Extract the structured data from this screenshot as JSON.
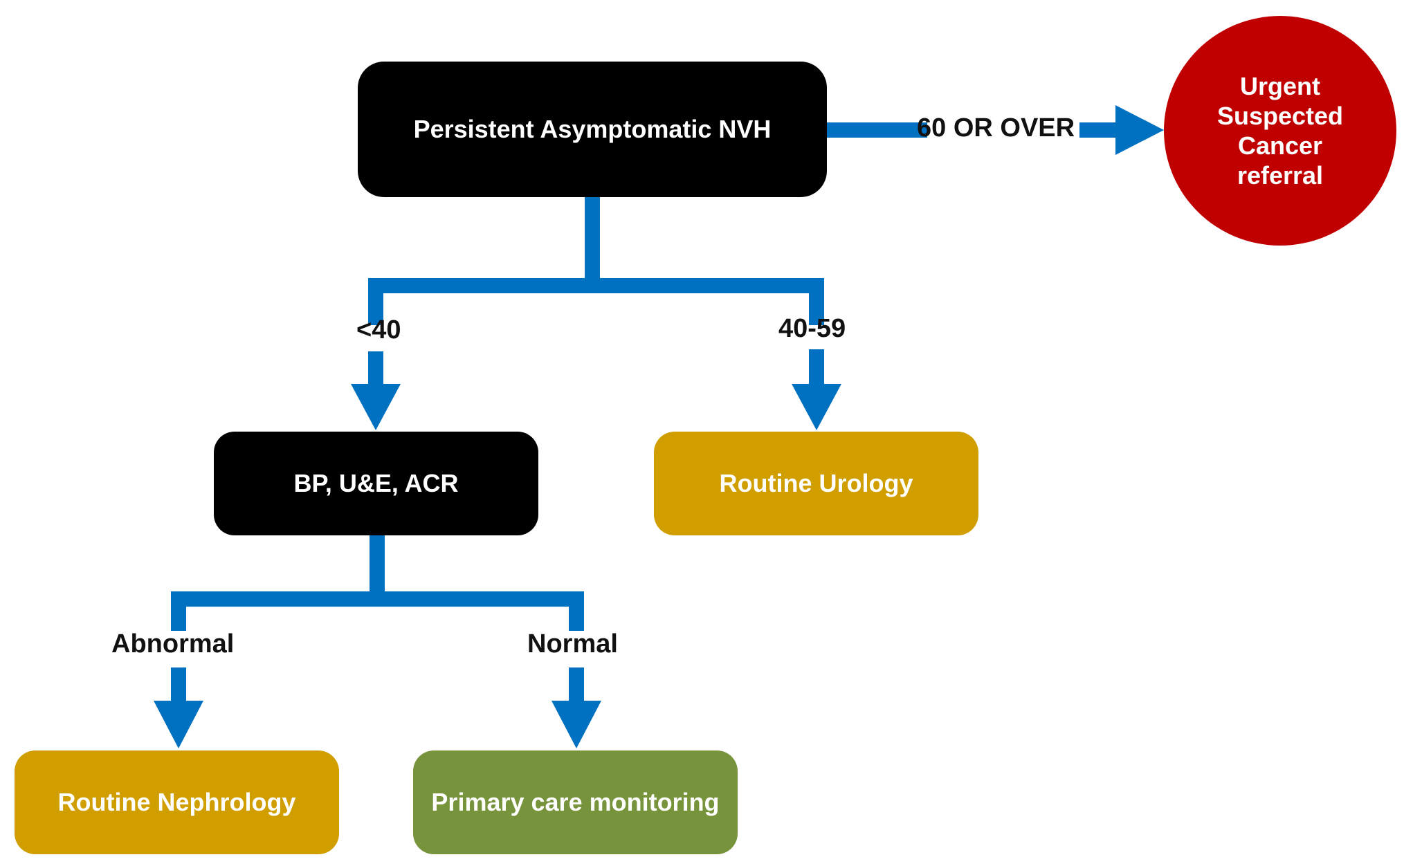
{
  "nodes": {
    "start": "Persistent Asymptomatic NVH",
    "urgent": [
      "Urgent",
      "Suspected",
      "Cancer",
      "referral"
    ],
    "tests": "BP, U&E, ACR",
    "urology": "Routine Urology",
    "nephrology": "Routine Nephrology",
    "primary_care": "Primary care monitoring"
  },
  "edges": {
    "over60": "60 OR OVER",
    "under40": "<40",
    "age40_59": "40-59",
    "abnormal": "Abnormal",
    "normal": "Normal"
  },
  "colors": {
    "connector": "#0070c0",
    "black_box": "#000000",
    "gold_box": "#d19e00",
    "green_box": "#77933c",
    "urgent_circle": "#c00000"
  }
}
